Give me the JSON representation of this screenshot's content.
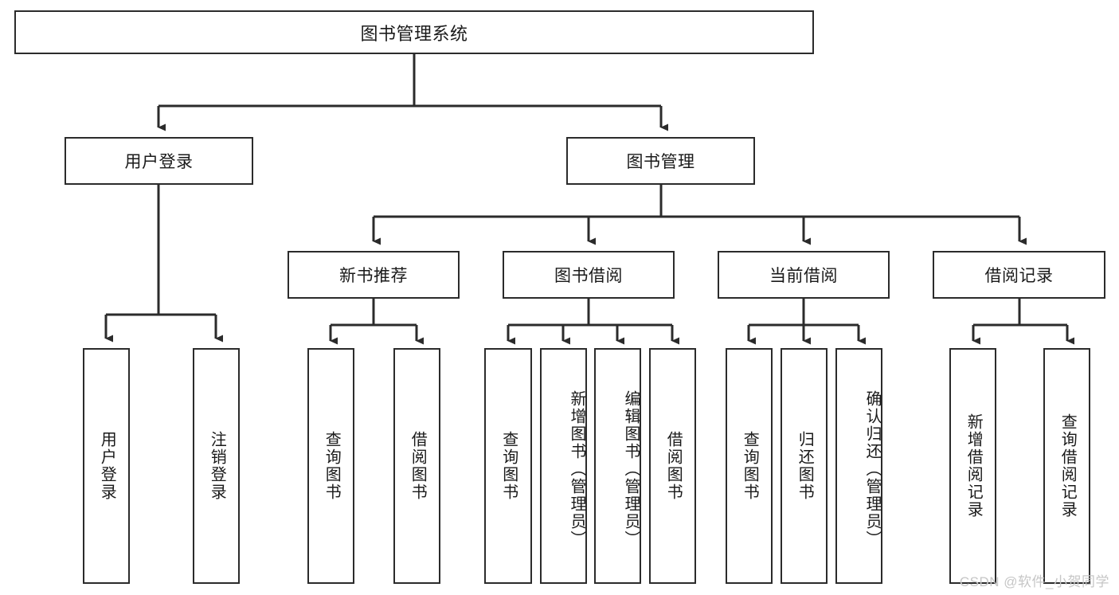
{
  "diagram": {
    "title": "图书管理系统",
    "type": "tree-hierarchy-diagram",
    "colors": {
      "stroke": "#2b2b2b",
      "fill": "#ffffff",
      "text": "#1a1a1a",
      "watermark": "#c6c6c6"
    },
    "root": {
      "label": "图书管理系统"
    },
    "level2": [
      {
        "label": "用户登录"
      },
      {
        "label": "图书管理"
      }
    ],
    "level3": [
      {
        "label": "新书推荐"
      },
      {
        "label": "图书借阅"
      },
      {
        "label": "当前借阅"
      },
      {
        "label": "借阅记录"
      }
    ],
    "leaves": {
      "user_login": [
        {
          "label": "用户登录"
        },
        {
          "label": "注销登录"
        }
      ],
      "new_book_recommend": [
        {
          "label": "查询图书"
        },
        {
          "label": "借阅图书"
        }
      ],
      "book_borrow": [
        {
          "label": "查询图书"
        },
        {
          "label": "新增图书（管理员）"
        },
        {
          "label": "编辑图书（管理员）"
        },
        {
          "label": "借阅图书"
        }
      ],
      "current_borrow": [
        {
          "label": "查询图书"
        },
        {
          "label": "归还图书"
        },
        {
          "label": "确认归还（管理员）"
        }
      ],
      "borrow_record": [
        {
          "label": "新增借阅记录"
        },
        {
          "label": "查询借阅记录"
        }
      ]
    }
  },
  "watermark": {
    "text": "CSDN @软件_小贺同学"
  }
}
